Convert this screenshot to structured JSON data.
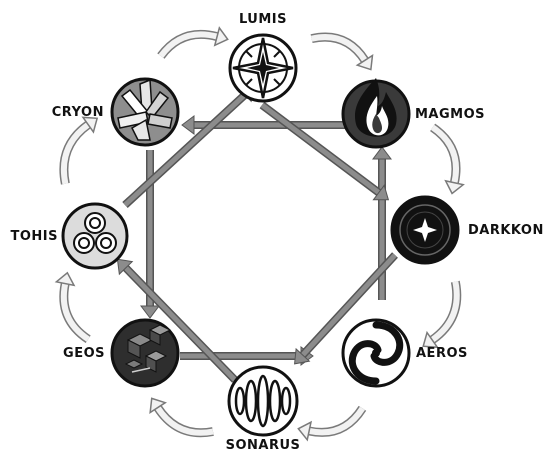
{
  "diagram": {
    "colors": {
      "node_ring": "#111111",
      "chord": "#8c8c8c",
      "chord_edge": "#555555",
      "cycle_arrow_fill": "#f2f2f2",
      "cycle_arrow_stroke": "#7a7a7a",
      "label": "#111111"
    },
    "nodes": [
      {
        "id": "lumis",
        "label": "LUMIS",
        "icon": "radiant-star-icon",
        "fill": "#ffffff"
      },
      {
        "id": "magmos",
        "label": "MAGMOS",
        "icon": "flame-icon",
        "fill": "#3a3a3a"
      },
      {
        "id": "darkkon",
        "label": "DARKKON",
        "icon": "void-star-icon",
        "fill": "#111111"
      },
      {
        "id": "aeros",
        "label": "AEROS",
        "icon": "swirl-icon",
        "fill": "#ffffff"
      },
      {
        "id": "sonarus",
        "label": "SONARUS",
        "icon": "soundwave-icon",
        "fill": "#ffffff"
      },
      {
        "id": "geos",
        "label": "GEOS",
        "icon": "rock-cubes-icon",
        "fill": "#2e2e2e"
      },
      {
        "id": "tohis",
        "label": "TOHIS",
        "icon": "triple-orb-icon",
        "fill": "#dcdcdc"
      },
      {
        "id": "cryon",
        "label": "CRYON",
        "icon": "ice-crystal-icon",
        "fill": "#8e8e8e"
      }
    ]
  }
}
